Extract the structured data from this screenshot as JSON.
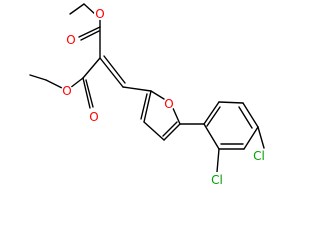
{
  "atoms": {
    "o_top_carbonyl": {
      "text": "O",
      "color": "#ff0000"
    },
    "o_top_ester": {
      "text": "O",
      "color": "#ff0000"
    },
    "o_left_ester": {
      "text": "O",
      "color": "#ff0000"
    },
    "o_left_carbonyl": {
      "text": "O",
      "color": "#ff0000"
    },
    "o_furan": {
      "text": "O",
      "color": "#ff0000"
    },
    "cl_ortho": {
      "text": "Cl",
      "color": "#00a000"
    },
    "cl_para": {
      "text": "Cl",
      "color": "#00a000"
    }
  },
  "colors": {
    "bond": "#000000",
    "background": "#ffffff"
  }
}
